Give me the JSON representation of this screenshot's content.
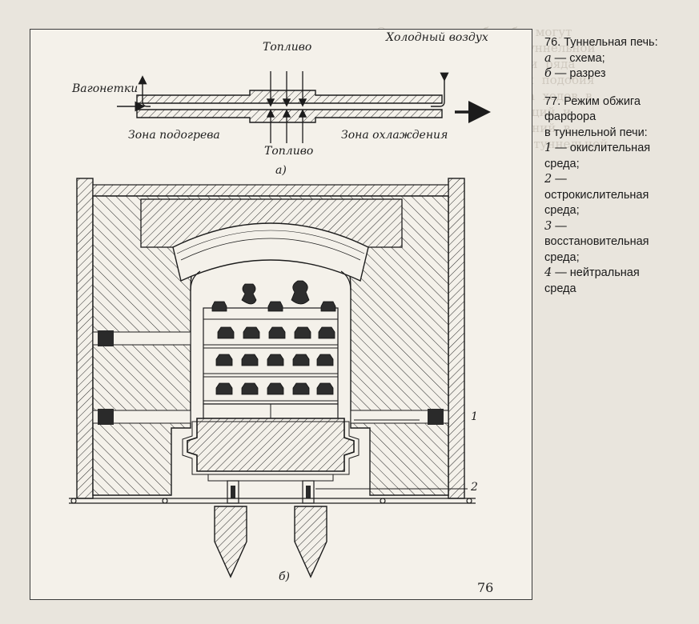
{
  "figure": {
    "schema_labels": {
      "wagons": "Вагонетки",
      "cold_air": "Холодный воздух",
      "fuel_top": "Топливо",
      "fuel_bottom": "Топливо",
      "preheat_zone": "Зона подогрева",
      "cooling_zone": "Зона охлаждения"
    },
    "part_a": "а)",
    "part_b": "б)",
    "callout_1": "1",
    "callout_2": "2",
    "page_number": "76"
  },
  "caption": {
    "fig76": {
      "title": "76. Туннельная печь:",
      "a_letter": "а",
      "a_text": " — схема;",
      "b_letter": "б",
      "b_text": " — разрез"
    },
    "fig77": {
      "title_l1": "77. Режим обжига",
      "title_l2": "фарфора",
      "title_l3": "в туннельной печи:",
      "items": [
        {
          "n": "1",
          "text": " — окислительная"
        },
        {
          "n": "",
          "text": "среда;"
        },
        {
          "n": "2",
          "text": " —"
        },
        {
          "n": "",
          "text": "острокислительная"
        },
        {
          "n": "",
          "text": "среда;"
        },
        {
          "n": "3",
          "text": " —"
        },
        {
          "n": "",
          "text": "восстановительная"
        },
        {
          "n": "",
          "text": "среда;"
        },
        {
          "n": "4",
          "text": " — нейтральная"
        },
        {
          "n": "",
          "text": "среда"
        }
      ]
    }
  },
  "colors": {
    "ink": "#1c1c1c",
    "paper": "#f4f1ea",
    "bleed": "#cfc9bf"
  }
}
